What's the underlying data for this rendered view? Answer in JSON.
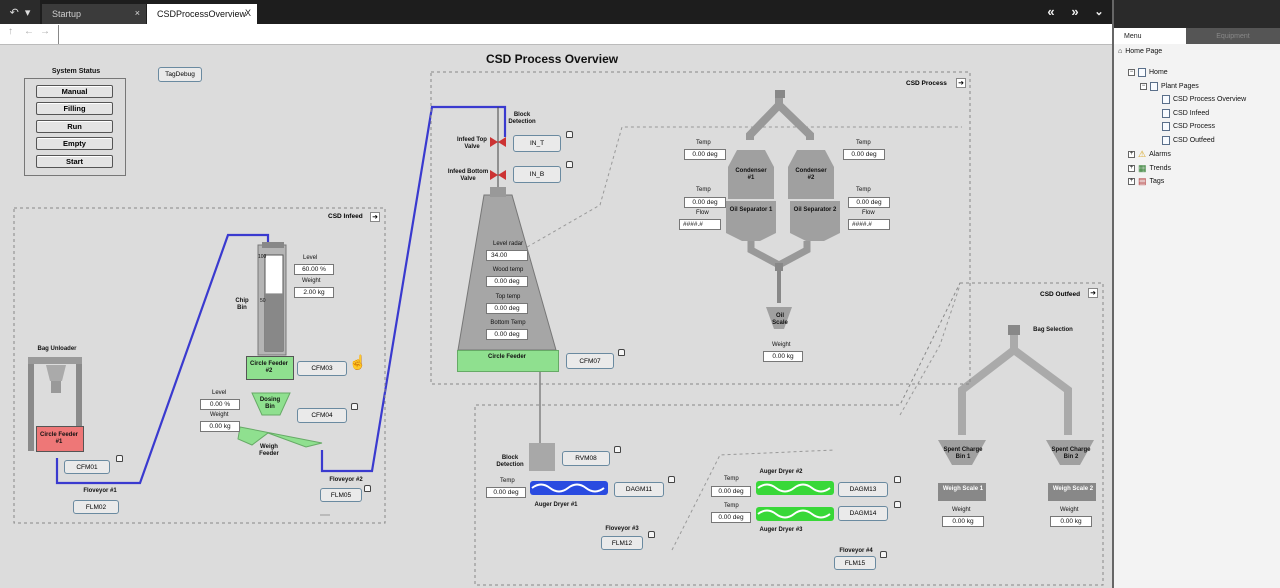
{
  "tabs": [
    {
      "label": "Startup",
      "close": "×"
    },
    {
      "label": "CSDProcessOverview",
      "close": "X"
    }
  ],
  "nav": {
    "prev": "«",
    "next": "»",
    "menu": "⌄",
    "back": "←",
    "forward": "→",
    "up": "↑"
  },
  "page_title": "CSD Process Overview",
  "tag_debug": "TagDebug",
  "system_status": {
    "title": "System Status",
    "buttons": [
      "Manual",
      "Filling",
      "Run",
      "Empty",
      "Start"
    ]
  },
  "infeed": {
    "region_label": "CSD Infeed",
    "bag_unloader": "Bag Unloader",
    "circle_feeder_1": "Circle Feeder #1",
    "cfm01": "CFM01",
    "floveyor1_label": "Floveyor #1",
    "flm02": "FLM02",
    "chip_bin": "Chip Bin",
    "chip_scale_top": "100",
    "chip_scale_mid": "50",
    "chip_bin_fill": 0.6,
    "level_label": "Level",
    "level_value": "60.00 %",
    "weight_label": "Weight",
    "weight_value": "2.00 kg",
    "circle_feeder_2": "Circle Feeder #2",
    "cfm03": "CFM03",
    "dosing_level_label": "Level",
    "dosing_level_value": "0.00 %",
    "dosing_weight_label": "Weight",
    "dosing_weight_value": "0.00 kg",
    "dosing_bin": "Dosing Bin",
    "cfm04": "CFM04",
    "weigh_feeder": "Weigh Feeder",
    "floveyor2_label": "Floveyor #2",
    "flm05": "FLM05"
  },
  "process": {
    "region_label": "CSD Process",
    "block_detection": "Block Detection",
    "infeed_top_valve": "Infeed Top Valve",
    "in_t": "IN_T",
    "infeed_bottom_valve": "Infeed Bottom Valve",
    "in_b": "IN_B",
    "level_radar_label": "Level radar",
    "level_radar_value": "34.00",
    "wood_temp_label": "Wood temp",
    "wood_temp_value": "0.00 deg",
    "top_temp_label": "Top temp",
    "top_temp_value": "0.00 deg",
    "bottom_temp_label": "Bottom Temp",
    "bottom_temp_value": "0.00 deg",
    "circle_feeder": "Circle Feeder",
    "cfm07": "CFM07",
    "temp_label": "Temp",
    "cond1_temp": "0.00 deg",
    "cond2_temp": "0.00 deg",
    "condenser1": "Condenser #1",
    "condenser2": "Condenser #2",
    "sep1_temp": "0.00 deg",
    "sep2_temp": "0.00 deg",
    "flow_label": "Flow",
    "flow1": "####.#",
    "flow2": "####.#",
    "oil_sep1": "Oil Separator 1",
    "oil_sep2": "Oil Separator 2",
    "oil_scale": "Oil Scale",
    "oil_weight_label": "Weight",
    "oil_weight_value": "0.00 kg"
  },
  "dryers": {
    "block_detection": "Block Detection",
    "rvm08": "RVM08",
    "temp_label": "Temp",
    "dryer1_temp": "0.00 deg",
    "dagm11": "DAGM11",
    "dryer1": "Auger Dryer #1",
    "floveyor3_label": "Floveyor #3",
    "flm12": "FLM12",
    "dryer2": "Auger Dryer #2",
    "dryer2_temp": "0.00 deg",
    "dagm13": "DAGM13",
    "dryer3_temp": "0.00 deg",
    "dagm14": "DAGM14",
    "dryer3": "Auger Dryer #3",
    "floveyor4_label": "Floveyor #4",
    "flm15": "FLM15"
  },
  "outfeed": {
    "region_label": "CSD Outfeed",
    "bag_selection": "Bag Selection",
    "spent1": "Spent Charge Bin 1",
    "spent2": "Spent Charge Bin 2",
    "scale1": "Weigh Scale 1",
    "scale2": "Weigh Scale 2",
    "weight_label": "Weight",
    "w1": "0.00 kg",
    "w2": "0.00 kg"
  },
  "right_panel": {
    "tabs": [
      "Menu",
      "Equipment"
    ],
    "home_page": "Home Page",
    "home": "Home",
    "plant_pages": "Plant Pages",
    "pages": [
      "CSD Process Overview",
      "CSD Infeed",
      "CSD Process",
      "CSD Outfeed"
    ],
    "alarms": "Alarms",
    "trends": "Trends",
    "tags": "Tags"
  },
  "colors": {
    "accent_blue": "#3a3acf",
    "green": "#8fe08f",
    "red": "#e07a7a",
    "auger_blue": "#2a4be0",
    "auger_green": "#38d838"
  }
}
